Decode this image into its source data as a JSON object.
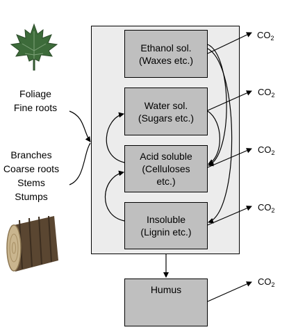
{
  "sources": {
    "foliage": "Foliage\nFine roots",
    "woody": "Branches\nCoarse roots\nStems\nStumps"
  },
  "pools": [
    {
      "id": "ethanol",
      "label": "Ethanol sol.\n(Waxes etc.)"
    },
    {
      "id": "water",
      "label": "Water sol.\n(Sugars etc.)"
    },
    {
      "id": "acid",
      "label": "Acid soluble\n(Celluloses\netc.)"
    },
    {
      "id": "insoluble",
      "label": "Insoluble\n(Lignin etc.)"
    }
  ],
  "humus": {
    "label": "Humus"
  },
  "co2": {
    "base": "CO",
    "sub": "2"
  },
  "colors": {
    "pool_fill": "#bfbfbf",
    "container_fill": "#ececec",
    "leaf": "#3d6b3a",
    "log_bark": "#5a4631",
    "log_wood": "#c9b58e"
  },
  "icons": {
    "leaf": "maple-leaf-icon",
    "log": "wood-log-icon"
  }
}
